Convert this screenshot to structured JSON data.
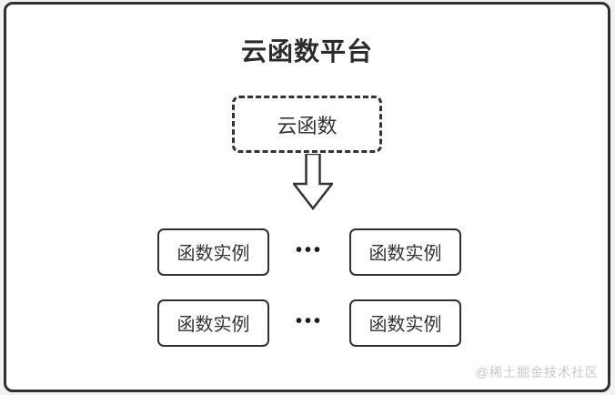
{
  "diagram": {
    "title": "云函数平台",
    "cloud_function": {
      "label": "云函数"
    },
    "ellipsis": "•••",
    "instance_rows": [
      {
        "left_label": "函数实例",
        "right_label": "函数实例"
      },
      {
        "left_label": "函数实例",
        "right_label": "函数实例"
      }
    ],
    "watermark": "@稀土掘金技术社区",
    "colors": {
      "stroke": "#333333",
      "canvas_background": "#ffffff",
      "page_background": "#f1f2f3",
      "text": "#333333",
      "watermark": "#c8c8c8"
    }
  }
}
